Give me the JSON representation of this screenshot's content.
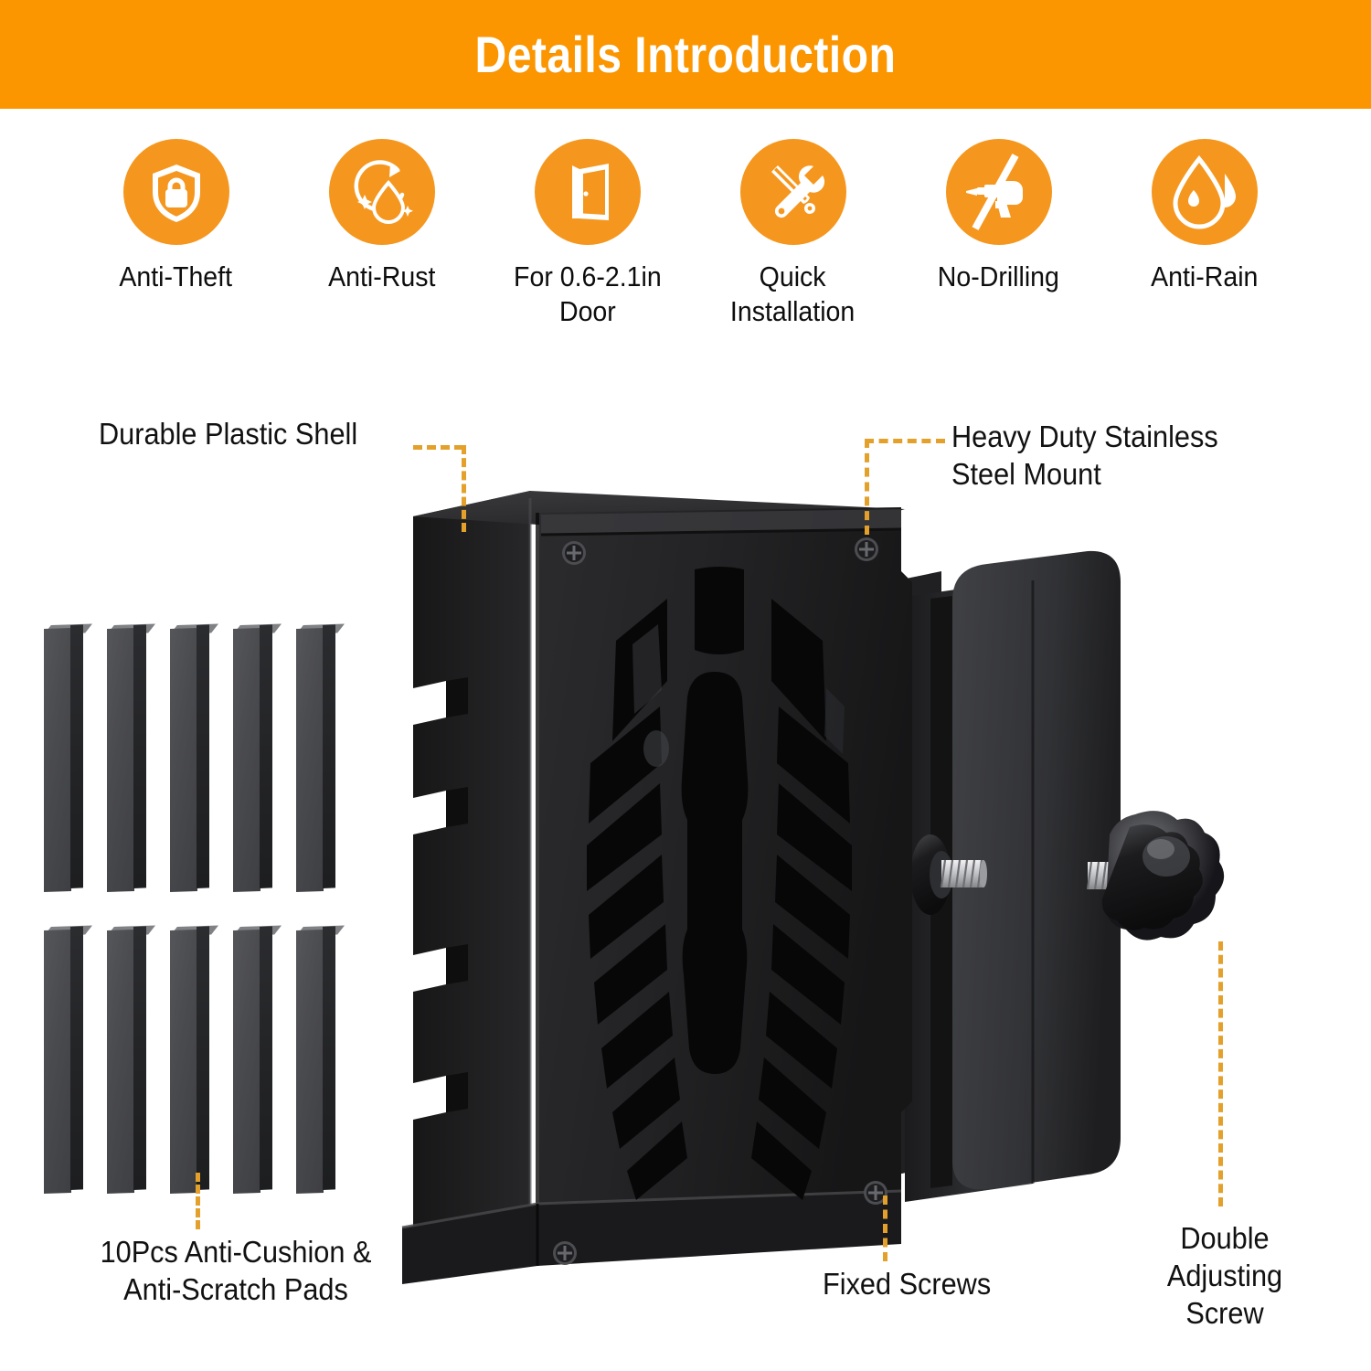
{
  "banner": {
    "title": "Details Introduction",
    "bg_color": "#fb9600",
    "text_color": "#ffffff"
  },
  "features": {
    "circle_color": "#f5971e",
    "items": [
      {
        "label": "Anti-Theft",
        "icon": "shield-lock-icon"
      },
      {
        "label": "Anti-Rust",
        "icon": "water-drop-refresh-icon"
      },
      {
        "label": "For 0.6-2.1in\nDoor",
        "icon": "door-icon"
      },
      {
        "label": "Quick\nInstallation",
        "icon": "wrench-screwdriver-icon"
      },
      {
        "label": "No-Drilling",
        "icon": "no-drill-icon"
      },
      {
        "label": "Anti-Rain",
        "icon": "rain-drop-icon"
      }
    ]
  },
  "callouts": {
    "leader_color": "#e3a12c",
    "durable_plastic_shell": "Durable Plastic Shell",
    "heavy_duty_mount": "Heavy Duty Stainless\nSteel Mount",
    "anti_cushion_pads": "10Pcs Anti-Cushion &\nAnti-Scratch Pads",
    "fixed_screws": "Fixed Screws",
    "double_adjusting_screw": "Double\nAdjusting\nScrew"
  },
  "product": {
    "name": "package-delivery-lock-box-with-door-mount",
    "body_color": "#1c1c1e",
    "mount_color": "#2e2f31",
    "screw_metal_color": "#c9cacd",
    "pad_count": 10
  }
}
